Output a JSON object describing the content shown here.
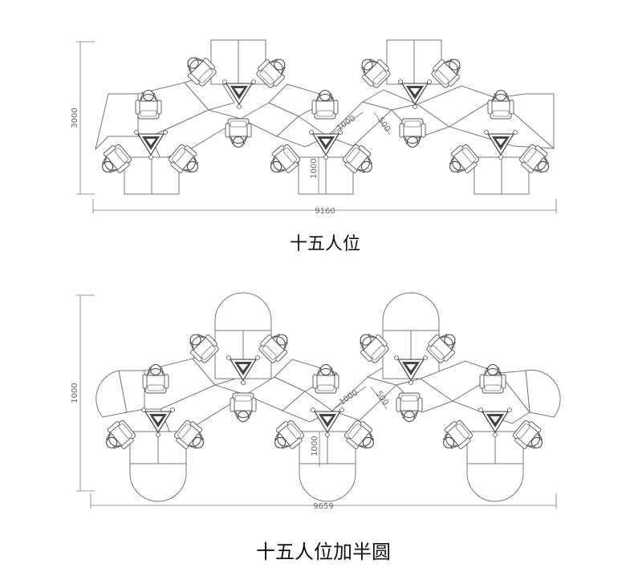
{
  "plan_1": {
    "caption": "十五人位",
    "dim_width": "9160",
    "dim_height": "3000",
    "dim_a": "1000",
    "dim_b": "500",
    "dim_c": "1000"
  },
  "plan_2": {
    "caption": "十五人位加半圆",
    "dim_width": "9659",
    "dim_height": "1000",
    "dim_a": "1000",
    "dim_b": "500",
    "dim_c": "1000"
  }
}
